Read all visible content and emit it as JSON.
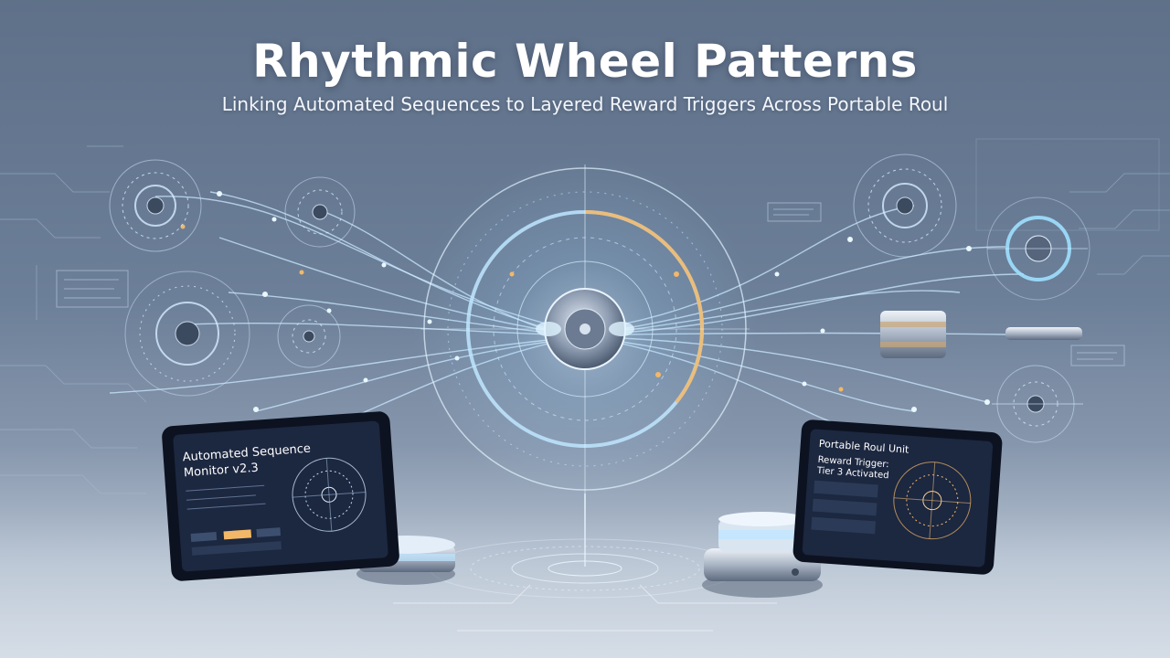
{
  "header": {
    "title": "Rhythmic Wheel Patterns",
    "subtitle": "Linking Automated Sequences to Layered Reward Triggers Across Portable Roul"
  },
  "left_tablet": {
    "title_line1": "Automated Sequence",
    "title_line2": "Monitor v2.3"
  },
  "right_tablet": {
    "title": "Portable Roul Unit",
    "reward_line1": "Reward Trigger:",
    "reward_line2": "Tier 3 Activated"
  },
  "colors": {
    "glow": "#bfe6ff",
    "accent_gold": "#f3b867",
    "screen": "#1c2740",
    "frame": "#0c1220"
  }
}
